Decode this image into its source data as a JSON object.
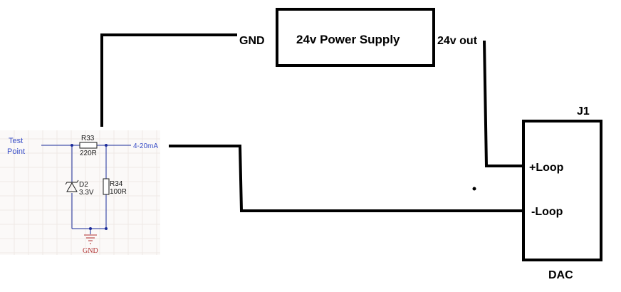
{
  "power_supply": {
    "title": "24v Power Supply",
    "gnd_label": "GND",
    "out_label": "24v out"
  },
  "dac": {
    "designator": "J1",
    "name": "DAC",
    "pin_plus": "+Loop",
    "pin_minus": "-Loop"
  },
  "circuit": {
    "test_point_line1": "Test",
    "test_point_line2": "Point",
    "current_label": "4-20mA",
    "r33_ref": "R33",
    "r33_value": "220R",
    "r34_ref": "R34",
    "r34_value": "100R",
    "d2_ref": "D2",
    "d2_value": "3.3V",
    "ground_label": "GND"
  },
  "colors": {
    "wire": "#000000",
    "schematic_wire": "#1a2a9a",
    "label_blue": "#3a4fc8",
    "ground_red": "#b03030",
    "grid": "#f0ecea"
  }
}
